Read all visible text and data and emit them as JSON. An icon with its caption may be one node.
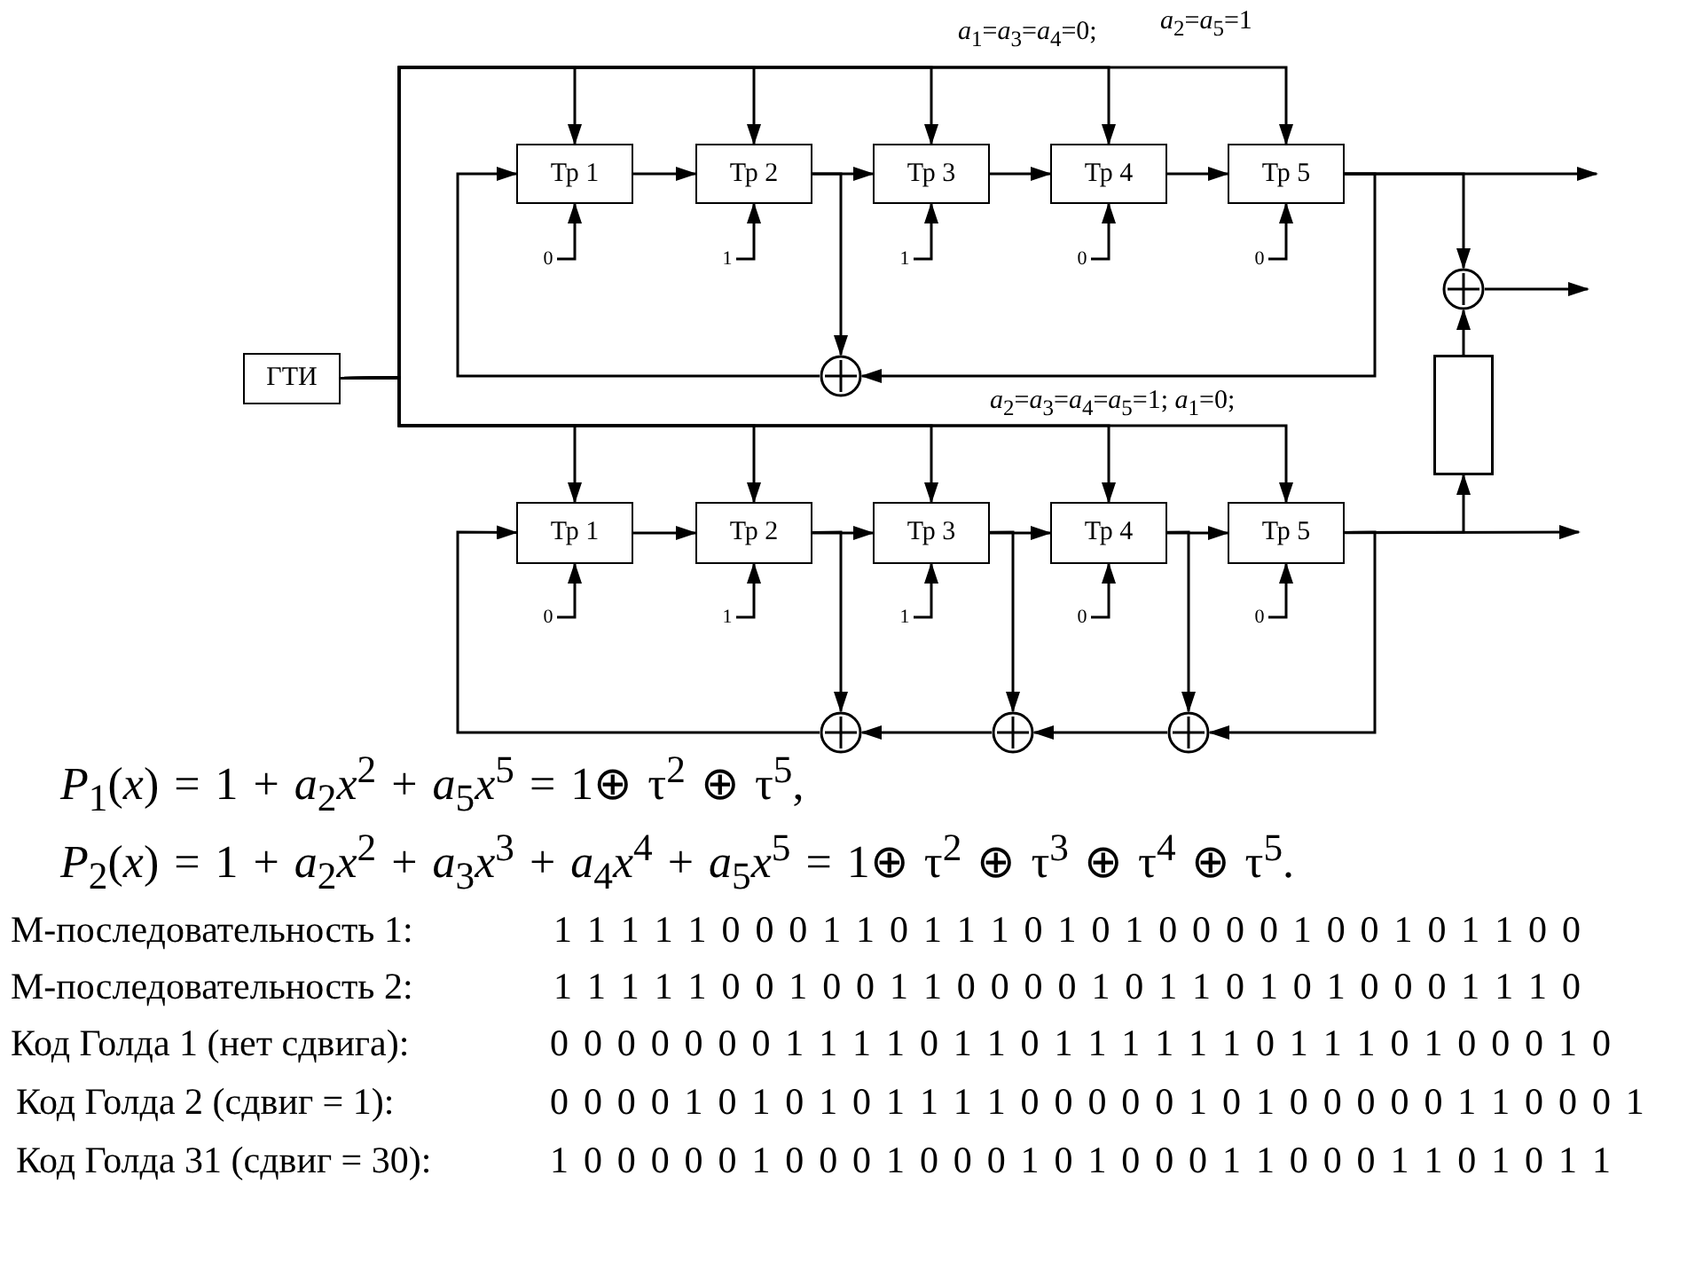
{
  "diagram": {
    "nodes": [
      {
        "text": [
          "ГТИ"
        ]
      },
      {
        "text": [
          "Тр 1"
        ]
      },
      {
        "text": [
          "Тр 2"
        ]
      },
      {
        "text": [
          "Тр 3"
        ]
      },
      {
        "text": [
          "Тр 4"
        ]
      },
      {
        "text": [
          "Тр 5"
        ]
      },
      {
        "text": [],
        "shape": "circle"
      },
      {
        "text": [],
        "shape": "circle"
      },
      {
        "text": [],
        "shape": "box"
      },
      {
        "text": [
          "Тр 1"
        ]
      },
      {
        "text": [
          "Тр 2"
        ]
      },
      {
        "text": [
          "Тр 3"
        ]
      },
      {
        "text": [
          "Тр 4"
        ]
      },
      {
        "text": [
          "Тр 5"
        ]
      },
      {
        "text": [],
        "shape": "circle"
      },
      {
        "text": [],
        "shape": "circle"
      },
      {
        "text": [],
        "shape": "circle"
      },
      {
        "text": [
          "0"
        ]
      },
      {
        "text": [
          "1"
        ]
      },
      {
        "text": [
          "1"
        ]
      },
      {
        "text": [
          "0"
        ]
      },
      {
        "text": [
          "0"
        ]
      },
      {
        "text": [
          "0"
        ]
      },
      {
        "text": [
          "1"
        ]
      },
      {
        "text": [
          "1"
        ]
      },
      {
        "text": [
          "0"
        ]
      },
      {
        "text": [
          "0"
        ]
      }
    ],
    "edges": [
      {
        "from": 0,
        "to": 1,
        "arrow": "to"
      },
      {
        "from": 0,
        "to": 2,
        "arrow": "to"
      },
      {
        "from": 0,
        "to": 3,
        "arrow": "to"
      },
      {
        "from": 0,
        "to": 4,
        "arrow": "to"
      },
      {
        "from": 0,
        "to": 5,
        "arrow": "to"
      },
      {
        "from": 0,
        "to": 9,
        "arrow": "to"
      },
      {
        "from": 0,
        "to": 10,
        "arrow": "to"
      },
      {
        "from": 0,
        "to": 11,
        "arrow": "to"
      },
      {
        "from": 0,
        "to": 12,
        "arrow": "to"
      },
      {
        "from": 0,
        "to": 13,
        "arrow": "to"
      },
      {
        "from": 6,
        "to": 1,
        "arrow": "to"
      },
      {
        "from": 1,
        "to": 2,
        "arrow": "to"
      },
      {
        "from": 2,
        "to": 3,
        "arrow": "to"
      },
      {
        "from": 3,
        "to": 4,
        "arrow": "to"
      },
      {
        "from": 4,
        "to": 5,
        "arrow": "to"
      },
      {
        "from": 2,
        "to": 6,
        "arrow": "to"
      },
      {
        "from": 5,
        "to": 6,
        "arrow": "to"
      },
      {
        "from": 5,
        "to": null,
        "arrow": "to"
      },
      {
        "from": 5,
        "to": 7,
        "arrow": "to"
      },
      {
        "from": 7,
        "to": null,
        "arrow": "to"
      },
      {
        "from": 8,
        "to": 7,
        "arrow": "to"
      },
      {
        "from": 13,
        "to": 8,
        "arrow": "to"
      },
      {
        "from": 13,
        "to": null,
        "arrow": "to"
      },
      {
        "from": 14,
        "to": 9,
        "arrow": "to"
      },
      {
        "from": 9,
        "to": 10,
        "arrow": "to"
      },
      {
        "from": 10,
        "to": 11,
        "arrow": "to"
      },
      {
        "from": 11,
        "to": 12,
        "arrow": "to"
      },
      {
        "from": 12,
        "to": 13,
        "arrow": "to"
      },
      {
        "from": 10,
        "to": 14,
        "arrow": "to"
      },
      {
        "from": 11,
        "to": 15,
        "arrow": "to"
      },
      {
        "from": 12,
        "to": 16,
        "arrow": "to"
      },
      {
        "from": 13,
        "to": 16,
        "arrow": "to"
      },
      {
        "from": 16,
        "to": 15,
        "arrow": "to"
      },
      {
        "from": 15,
        "to": 14,
        "arrow": "to"
      },
      {
        "from": 17,
        "to": 1,
        "arrow": "to"
      },
      {
        "from": 18,
        "to": 2,
        "arrow": "to"
      },
      {
        "from": 19,
        "to": 3,
        "arrow": "to"
      },
      {
        "from": 20,
        "to": 4,
        "arrow": "to"
      },
      {
        "from": 21,
        "to": 5,
        "arrow": "to"
      },
      {
        "from": 22,
        "to": 9,
        "arrow": "to"
      },
      {
        "from": 23,
        "to": 10,
        "arrow": "to"
      },
      {
        "from": 24,
        "to": 11,
        "arrow": "to"
      },
      {
        "from": 25,
        "to": 12,
        "arrow": "to"
      },
      {
        "from": 26,
        "to": 13,
        "arrow": "to"
      }
    ],
    "labels": [
      "*a*$_{1}$=*a*$_{3}$=*a*$_{4}$=0;",
      "*a*$_{2}$=*a*$_{5}$=1",
      "*a*$_{2}$=*a*$_{3}$=*a*$_{4}$=*a*$_{5}$=1; *a*$_{1}$=0;",
      "*P*$_{1}$(*x*) = 1 + *a*$_{2}$*x*$^{2}$ + *a*$_{5}$*x*$^{5}$ = 1⊕ τ$^{2}$ ⊕ τ$^{5}$,",
      "*P*$_{2}$(*x*) = 1 + *a*$_{2}$*x*$^{2}$ + *a*$_{3}$*x*$^{3}$ + *a*$_{4}$*x*$^{4}$ + *a*$_{5}$*x*$^{5}$ = 1⊕ τ$^{2}$ ⊕ τ$^{3}$ ⊕ τ$^{4}$ ⊕ τ$^{5}$.",
      "М-последовательность 1:",
      "1 1 1 1 1 0 0 0 1 1 0 1 1 1 0 1 0 1 0 0 0 0 1 0 0 1 0 1 1 0 0",
      "М-последовательность 2:",
      "1 1 1 1 1 0 0 1 0 0 1 1 0 0 0 0 1 0 1 1 0 1 0 1 0 0 0 1 1 1 0",
      "Код Голда 1 (нет сдвига):",
      "0 0 0 0 0 0 0 1 1 1 1 0 1 1 0 1 1 1 1 1 1 0 1 1 1 0 1 0 0 0 1 0",
      "Код Голда 2 (сдвиг = 1):",
      "0 0 0 0 1 0 1 0 1 0 1 1 1 1 0 0 0 0 0 1 0 1 0 0 0 0 0 1 1 0 0 0 1",
      "Код Голда 31 (сдвиг = 30):",
      "1 0 0 0 0 0 1 0 0 0 1 0 0 0 1 0 1 0 0 0 1 1 0 0 0 1 1 0 1 0 1 1"
    ]
  }
}
